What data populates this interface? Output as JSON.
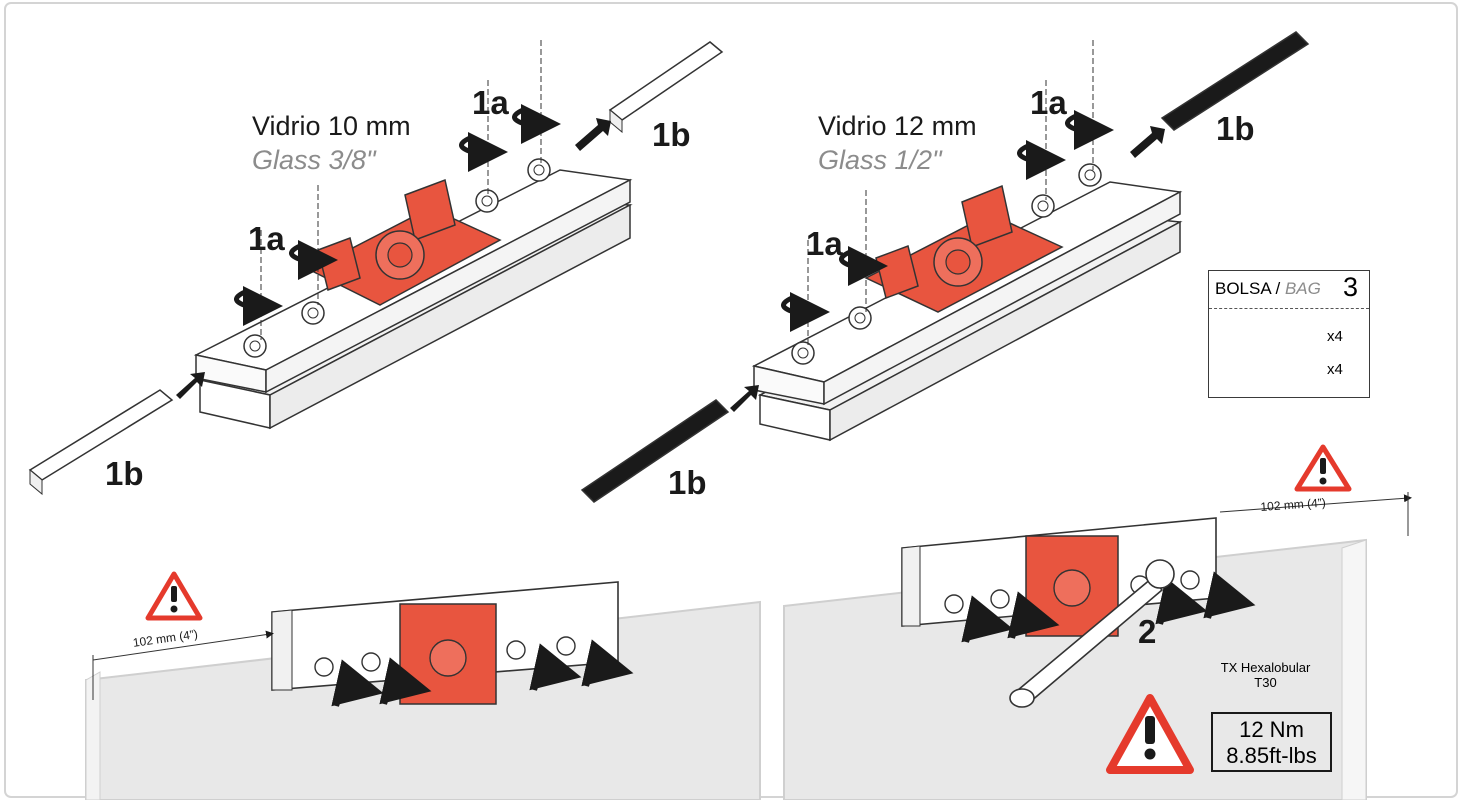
{
  "panels": {
    "left": {
      "title": "Vidrio 10 mm",
      "subtitle": "Glass 3/8\"",
      "step_rotate_top": "1a",
      "step_rotate_mid": "1a",
      "step_insert_top": "1b",
      "step_insert_bottom": "1b"
    },
    "right": {
      "title": "Vidrio 12 mm",
      "subtitle": "Glass 1/2\"",
      "step_rotate_top": "1a",
      "step_rotate_mid": "1a",
      "step_insert_top": "1b",
      "step_insert_bottom": "1b"
    }
  },
  "bag": {
    "label": "BOLSA /",
    "label_en": "BAG",
    "number": "3",
    "items": [
      {
        "qty": "x4",
        "color": "#ffffff"
      },
      {
        "qty": "x4",
        "color": "#1a1a1a"
      }
    ]
  },
  "install": {
    "left_measure": "102 mm (4”)",
    "right_measure": "102 mm (4”)",
    "step_tighten": "2",
    "tool": "TX Hexalobular",
    "tool_size": "T30",
    "torque_metric": "12 Nm",
    "torque_imperial": "8.85ft-lbs"
  },
  "colors": {
    "accent": "#e8553f",
    "warning": "#e53a2c",
    "glass": "#e8e8e8",
    "border": "#cfcfcf"
  }
}
